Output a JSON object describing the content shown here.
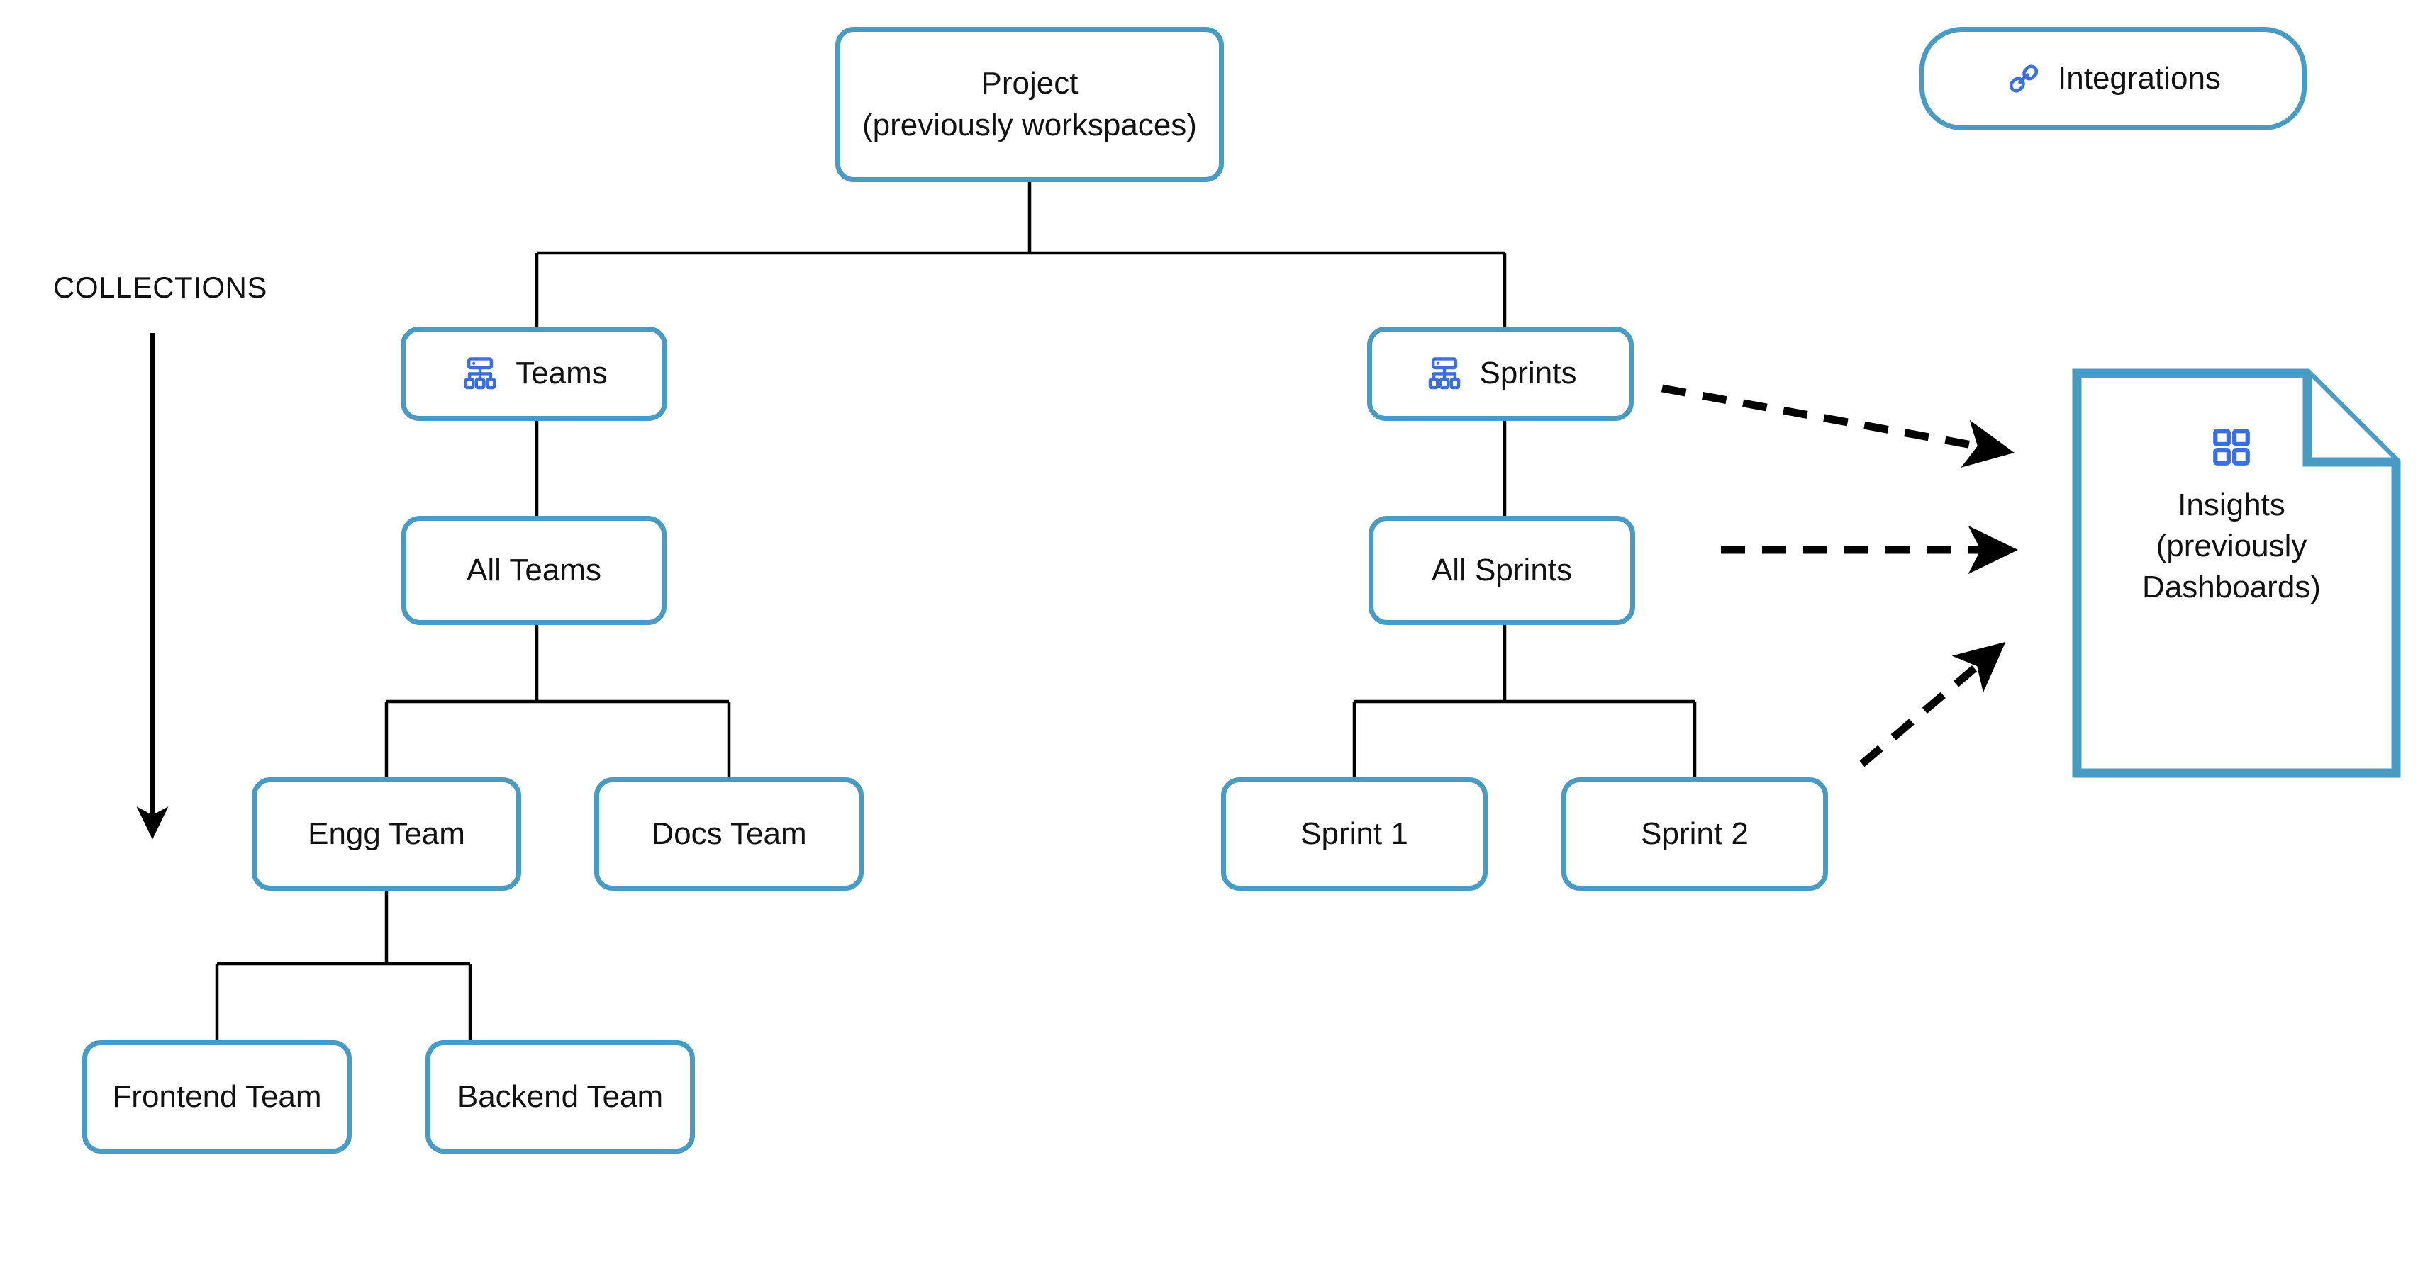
{
  "diagram": {
    "title_label": "COLLECTIONS",
    "colors": {
      "node_border": "#4a9bc4",
      "icon_blue": "#3b6fe0",
      "edge": "#000000",
      "text": "#111111",
      "background": "#ffffff"
    },
    "nodes": {
      "project": {
        "label": "Project\n(previously workspaces)",
        "icon": ""
      },
      "integrations": {
        "label": "Integrations",
        "icon": "link-icon"
      },
      "teams": {
        "label": "Teams",
        "icon": "hierarchy-icon"
      },
      "sprints": {
        "label": "Sprints",
        "icon": "hierarchy-icon"
      },
      "all_teams": {
        "label": "All Teams"
      },
      "all_sprints": {
        "label": "All Sprints"
      },
      "engg_team": {
        "label": "Engg Team"
      },
      "docs_team": {
        "label": "Docs Team"
      },
      "sprint_1": {
        "label": "Sprint 1"
      },
      "sprint_2": {
        "label": "Sprint 2"
      },
      "frontend_team": {
        "label": "Frontend Team"
      },
      "backend_team": {
        "label": "Backend Team"
      },
      "insights": {
        "label": "Insights\n(previously\nDashboards)",
        "icon": "grid-dashboard-icon"
      }
    },
    "edges": [
      {
        "from": "project",
        "to": "teams",
        "style": "solid"
      },
      {
        "from": "project",
        "to": "sprints",
        "style": "solid"
      },
      {
        "from": "teams",
        "to": "all_teams",
        "style": "solid"
      },
      {
        "from": "all_teams",
        "to": "engg_team",
        "style": "solid"
      },
      {
        "from": "all_teams",
        "to": "docs_team",
        "style": "solid"
      },
      {
        "from": "engg_team",
        "to": "frontend_team",
        "style": "solid"
      },
      {
        "from": "engg_team",
        "to": "backend_team",
        "style": "solid"
      },
      {
        "from": "sprints",
        "to": "all_sprints",
        "style": "solid"
      },
      {
        "from": "all_sprints",
        "to": "sprint_1",
        "style": "solid"
      },
      {
        "from": "all_sprints",
        "to": "sprint_2",
        "style": "solid"
      },
      {
        "from": "sprints",
        "to": "insights",
        "style": "dashed-arrow"
      },
      {
        "from": "all_sprints",
        "to": "insights",
        "style": "dashed-arrow"
      },
      {
        "from": "sprint_2",
        "to": "insights",
        "style": "dashed-arrow"
      }
    ],
    "collections_arrow": {
      "direction": "down",
      "label": "COLLECTIONS"
    }
  }
}
